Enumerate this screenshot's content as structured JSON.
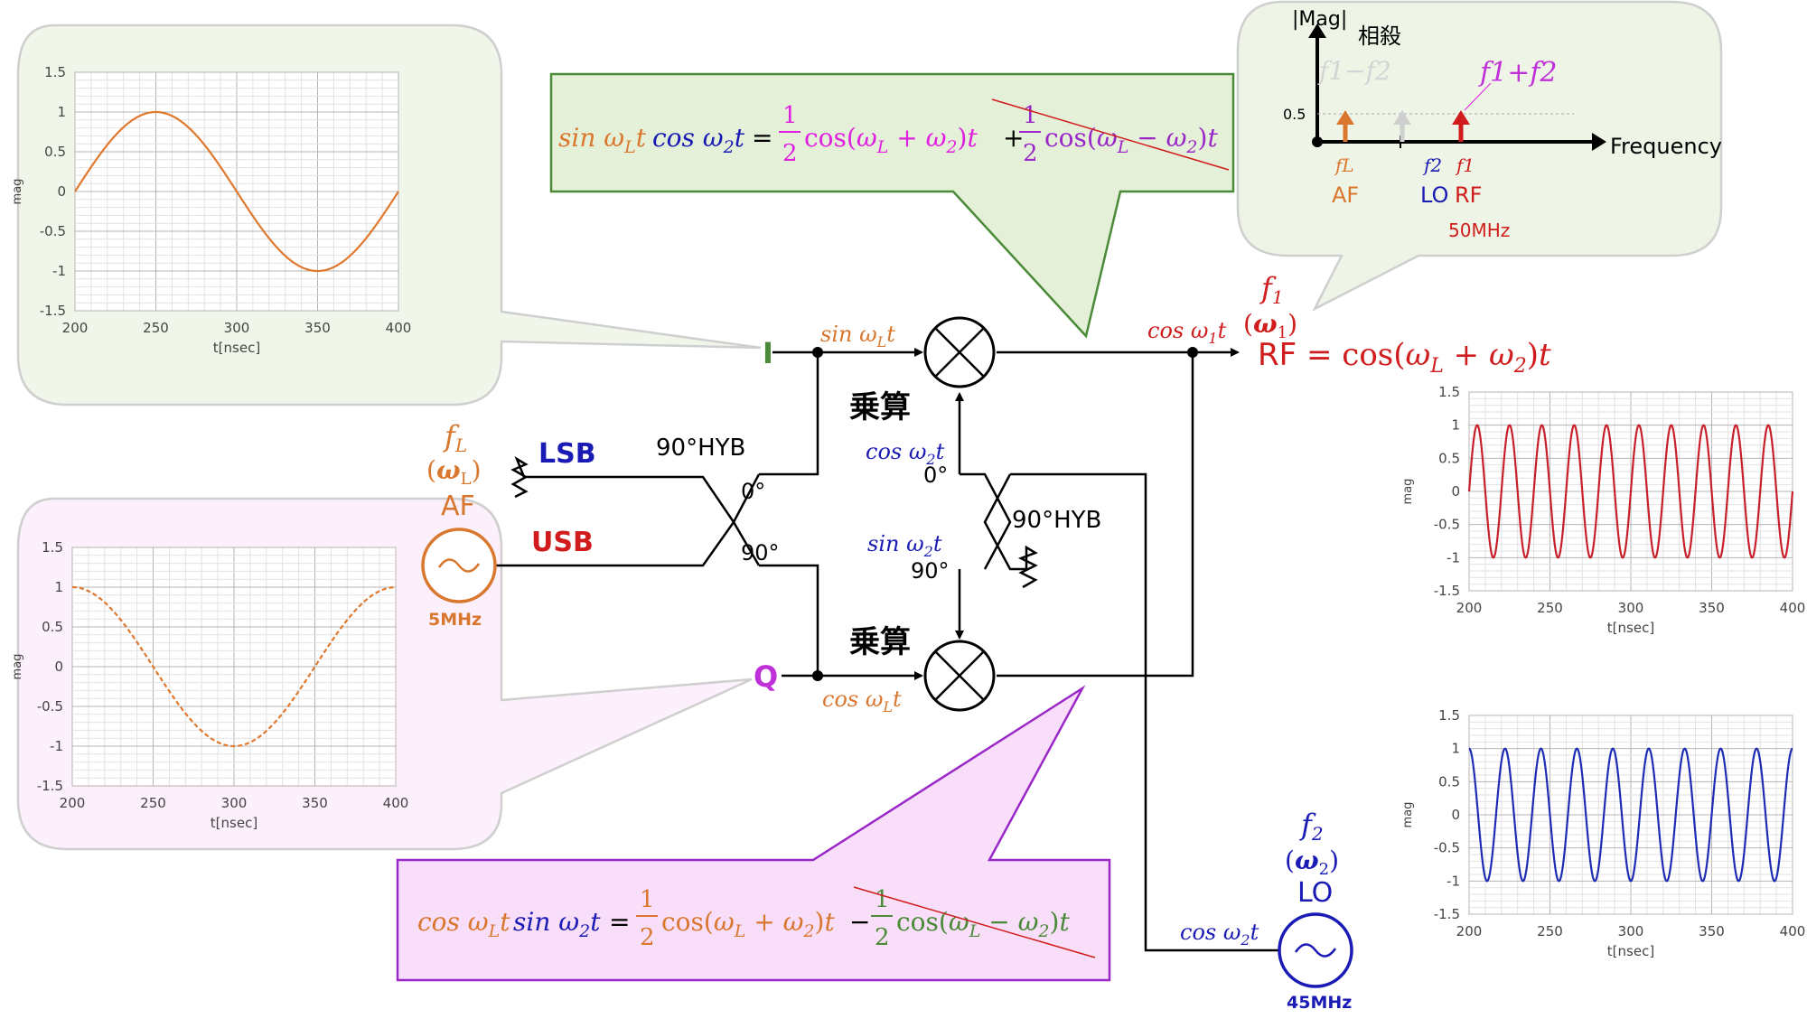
{
  "colors": {
    "orange": "#d9772e",
    "blue": "#1a1ab4",
    "red": "#d01c1c",
    "magenta": "#e020e0",
    "purple": "#9a28c8",
    "green": "#4a8a38",
    "gray": "#bbbbbb",
    "black": "#000000",
    "plot_orange": "#e0782e",
    "plot_red": "#c8202a",
    "plot_blue": "#1e2cb4"
  },
  "labels": {
    "I": "I",
    "Q": "Q",
    "LSB": "LSB",
    "USB": "USB",
    "hyb1": "90°HYB",
    "hyb2": "90°HYB",
    "deg0_a": "0°",
    "deg90_a": "90°",
    "deg0_b": "0°",
    "deg90_b": "90°",
    "mult_top": "乗算",
    "mult_bot": "乗算",
    "af": "AF",
    "af_freq": "5MHz",
    "lo": "LO",
    "lo_freq": "45MHz",
    "rf_freq": "50MHz",
    "sin_wLt": "sin ωLt",
    "cos_wLt": "cos ωLt",
    "cos_w2t": "cos ω2t",
    "sin_w2t": "sin ω2t",
    "cos_w1t": "cos ω1t",
    "cos_w2t_lo": "cos ω2t",
    "rf_eq": "RF = cos(ωL + ω2)t",
    "eq_top": "sin ωLt cos ω2t = 1/2 cos(ωL + ω2)t + 1/2 cos(ωL − ω2)t",
    "eq_bot": "cos ωLt sin ω2t = 1/2 cos(ωL + ω2)t − 1/2 cos(ωL − ω2)t",
    "spec_mag": "|Mag|",
    "spec_cancel": "相殺",
    "spec_freq": "Frequency",
    "spec_diff": "f1−f2",
    "spec_sum": "f1+f2",
    "spec_half": "0.5",
    "spec_fL": "fL",
    "spec_f2": "f2",
    "spec_f1": "f1",
    "spec_af": "AF",
    "spec_lo": "LO",
    "spec_rf": "RF"
  },
  "chart_data": [
    {
      "id": "I",
      "type": "line",
      "x": [
        200,
        225,
        250,
        275,
        300,
        325,
        350,
        375,
        400
      ],
      "y": [
        0,
        0.71,
        1,
        0.71,
        0,
        -0.71,
        -1,
        -0.71,
        0
      ],
      "xlim": [
        200,
        400
      ],
      "ylim": [
        -1.5,
        1.5
      ],
      "xticks": [
        "200",
        "250",
        "300",
        "350",
        "400"
      ],
      "yticks": [
        "1.5",
        "1",
        "0.5",
        "0",
        "-0.5",
        "-1",
        "-1.5"
      ],
      "xlabel": "t[nsec]",
      "ylabel": "mag",
      "color": "#e0782e",
      "dashed": false,
      "freq_MHz": 5,
      "phase": "sin"
    },
    {
      "id": "Q",
      "type": "line",
      "x": [
        200,
        225,
        250,
        275,
        300,
        325,
        350,
        375,
        400
      ],
      "y": [
        1,
        0.71,
        0,
        -0.71,
        -1,
        -0.71,
        0,
        0.71,
        1
      ],
      "xlim": [
        200,
        400
      ],
      "ylim": [
        -1.5,
        1.5
      ],
      "xticks": [
        "200",
        "250",
        "300",
        "350",
        "400"
      ],
      "yticks": [
        "1.5",
        "1",
        "0.5",
        "0",
        "-0.5",
        "-1",
        "-1.5"
      ],
      "xlabel": "t[nsec]",
      "ylabel": "mag",
      "color": "#e0782e",
      "dashed": true,
      "freq_MHz": 5,
      "phase": "cos"
    },
    {
      "id": "RF",
      "type": "line",
      "x": [
        200,
        400
      ],
      "y": [
        0,
        0
      ],
      "xlim": [
        200,
        400
      ],
      "ylim": [
        -1.5,
        1.5
      ],
      "xticks": [
        "200",
        "250",
        "300",
        "350",
        "400"
      ],
      "yticks": [
        "1.5",
        "1",
        "0.5",
        "0",
        "-0.5",
        "-1",
        "-1.5"
      ],
      "xlabel": "t[nsec]",
      "ylabel": "mag",
      "color": "#c8202a",
      "dashed": false,
      "freq_MHz": 50,
      "phase": "sin"
    },
    {
      "id": "LO",
      "type": "line",
      "x": [
        200,
        400
      ],
      "y": [
        1,
        1
      ],
      "xlim": [
        200,
        400
      ],
      "ylim": [
        -1.5,
        1.5
      ],
      "xticks": [
        "200",
        "250",
        "300",
        "350",
        "400"
      ],
      "yticks": [
        "1.5",
        "1",
        "0.5",
        "0",
        "-0.5",
        "-1",
        "-1.5"
      ],
      "xlabel": "t[nsec]",
      "ylabel": "mag",
      "color": "#1e2cb4",
      "dashed": false,
      "freq_MHz": 45,
      "phase": "cos"
    }
  ]
}
